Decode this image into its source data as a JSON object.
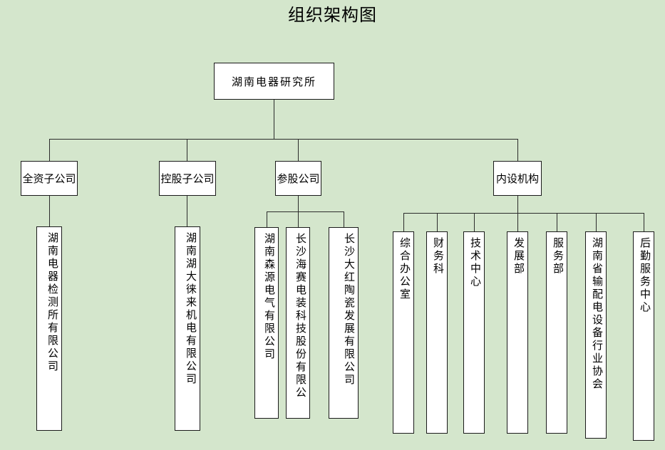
{
  "page": {
    "title": "组织架构图",
    "background_color": "#d4e6cc",
    "box_fill_color": "#ffffff",
    "line_color": "#2b2b2b",
    "text_color": "#000000"
  },
  "chart_data": {
    "type": "diagram",
    "diagram_type": "org-chart",
    "title": "组织架构图",
    "root": {
      "label": "湖南电器研究所",
      "children": [
        {
          "label": "全资子公司",
          "children": [
            {
              "label": "湖南电器检测所有限公司"
            }
          ]
        },
        {
          "label": "控股子公司",
          "children": [
            {
              "label": "湖南湖大徕来机电有限公司"
            }
          ]
        },
        {
          "label": "参股公司",
          "children": [
            {
              "label": "湖南森源电气有限公司"
            },
            {
              "label": "长沙海赛电装科技股份有限公"
            },
            {
              "label": "长沙大红陶瓷发展有限公司"
            }
          ]
        },
        {
          "label": "内设机构",
          "children": [
            {
              "label": "综合办公室"
            },
            {
              "label": "财务科"
            },
            {
              "label": "技术中心"
            },
            {
              "label": "发展部"
            },
            {
              "label": "服务部"
            },
            {
              "label": "湖南省输配电设备行业协会"
            },
            {
              "label": "后勤服务中心"
            }
          ]
        }
      ]
    }
  },
  "nodes": {
    "root": "湖南电器研究所",
    "level2": {
      "wholly_owned": "全资子公司",
      "holding": "控股子公司",
      "equity": "参股公司",
      "internal": "内设机构"
    },
    "leaves": {
      "wholly_owned_1": "湖南电器检测所有限公司",
      "holding_1": "湖南湖大徕来机电有限公司",
      "equity_1": "湖南森源电气有限公司",
      "equity_2": "长沙海赛电装科技股份有限公",
      "equity_3": "长沙大红陶瓷发展有限公司",
      "internal_1": "综合办公室",
      "internal_2": "财务科",
      "internal_3": "技术中心",
      "internal_4": "发展部",
      "internal_5": "服务部",
      "internal_6": "湖南省输配电设备行业协会",
      "internal_7": "后勤服务中心"
    }
  }
}
